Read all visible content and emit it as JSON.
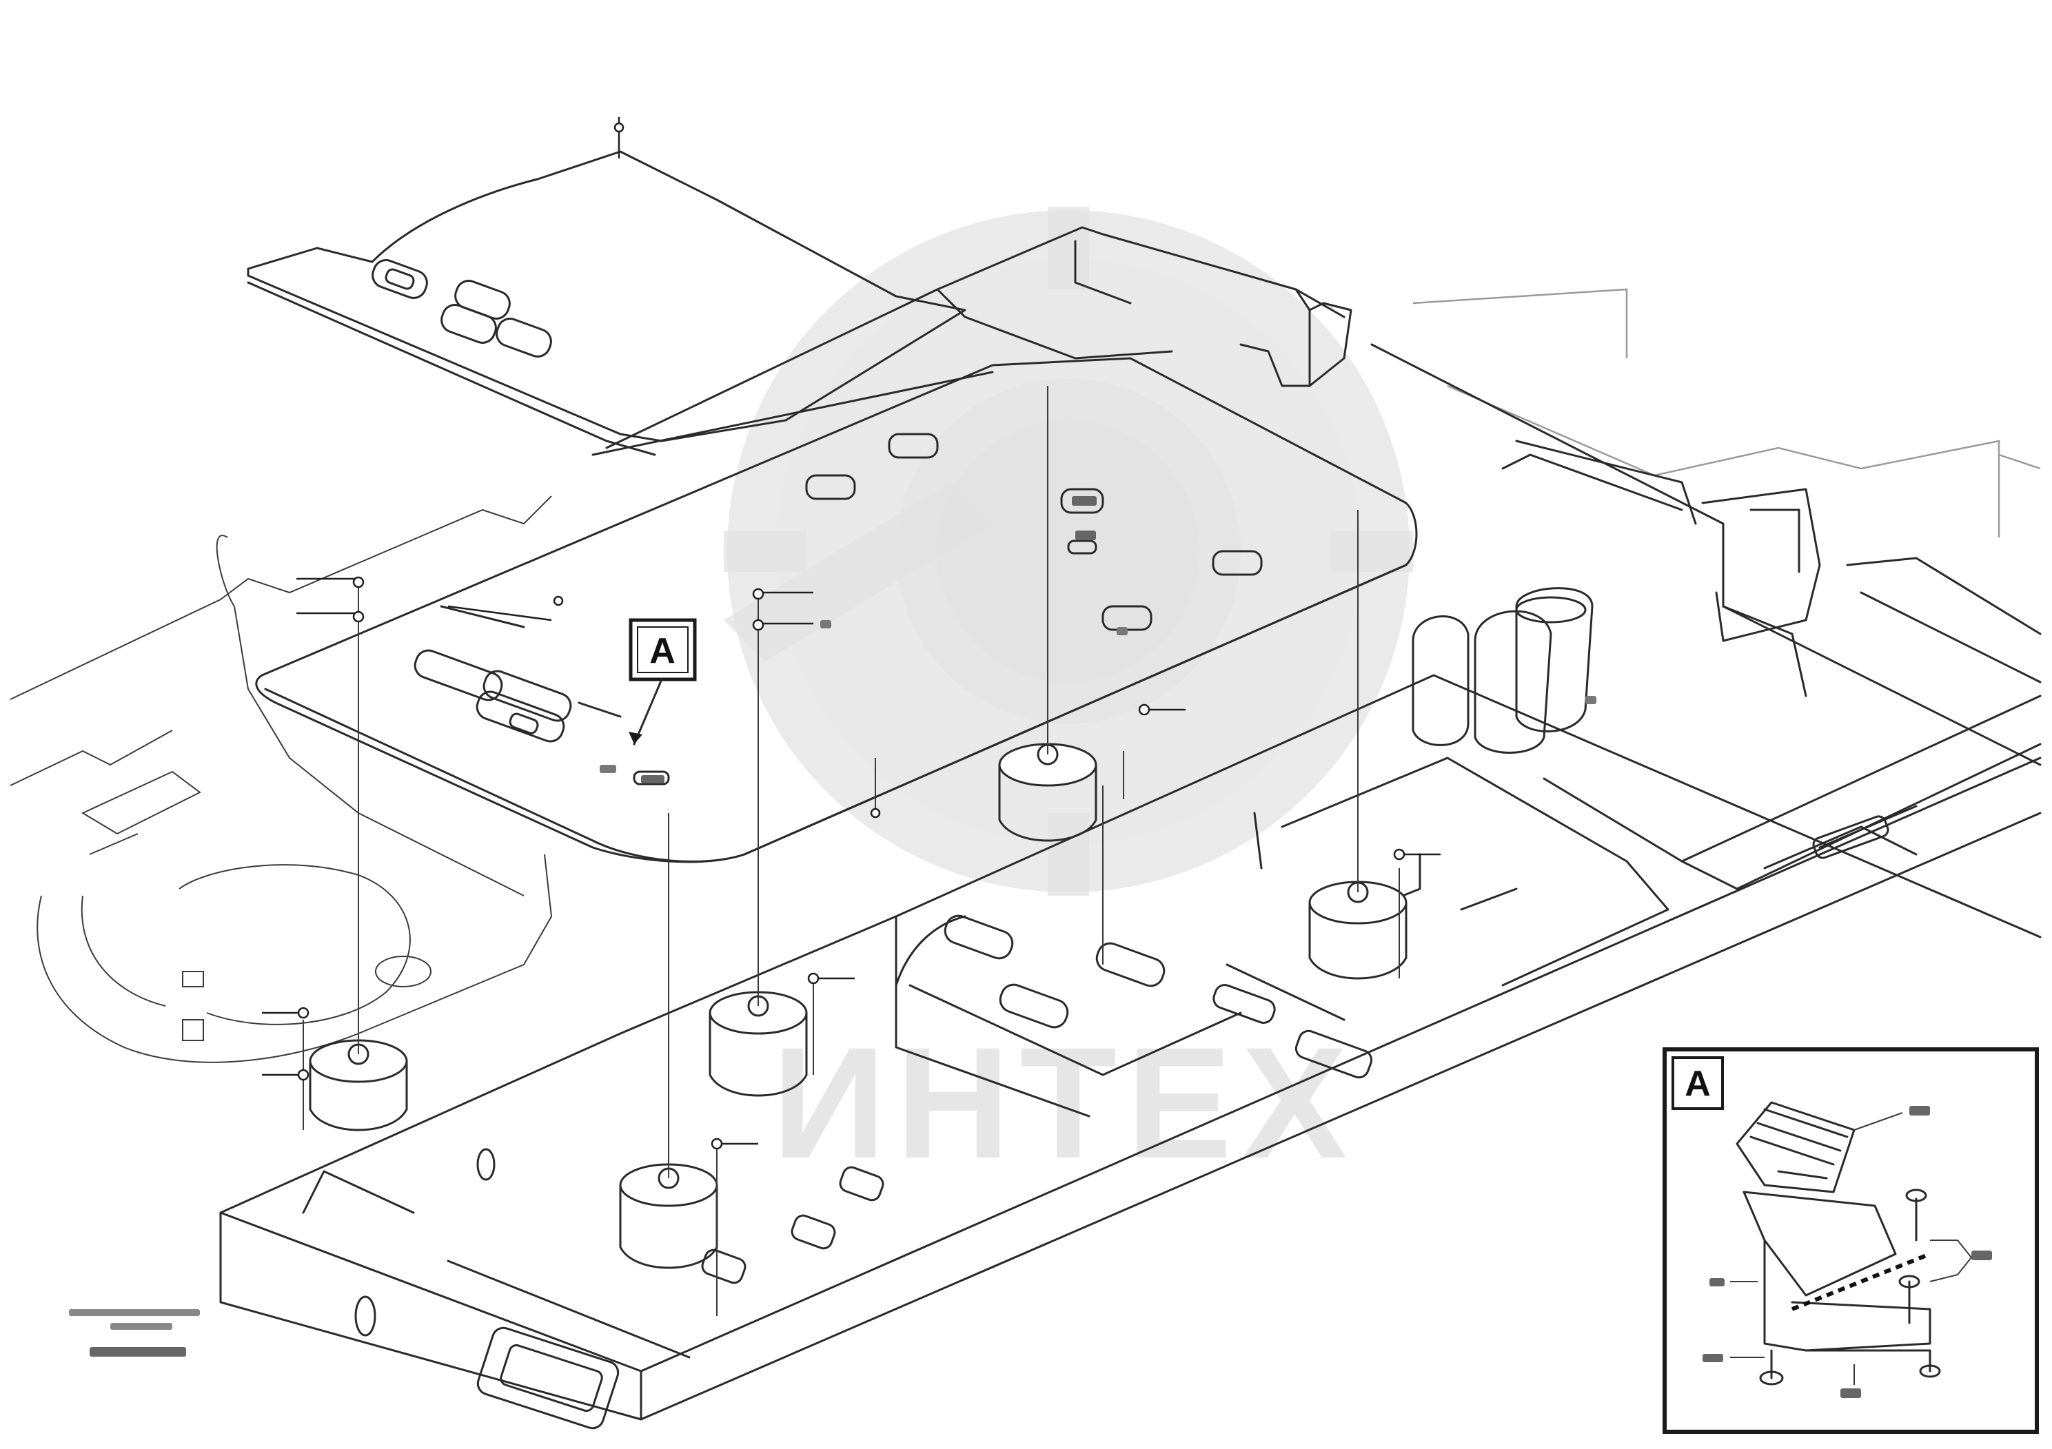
{
  "detail_marker": {
    "label": "A"
  },
  "detail_view": {
    "label": "A"
  },
  "watermark": {
    "text": "ИНТЕХ"
  }
}
